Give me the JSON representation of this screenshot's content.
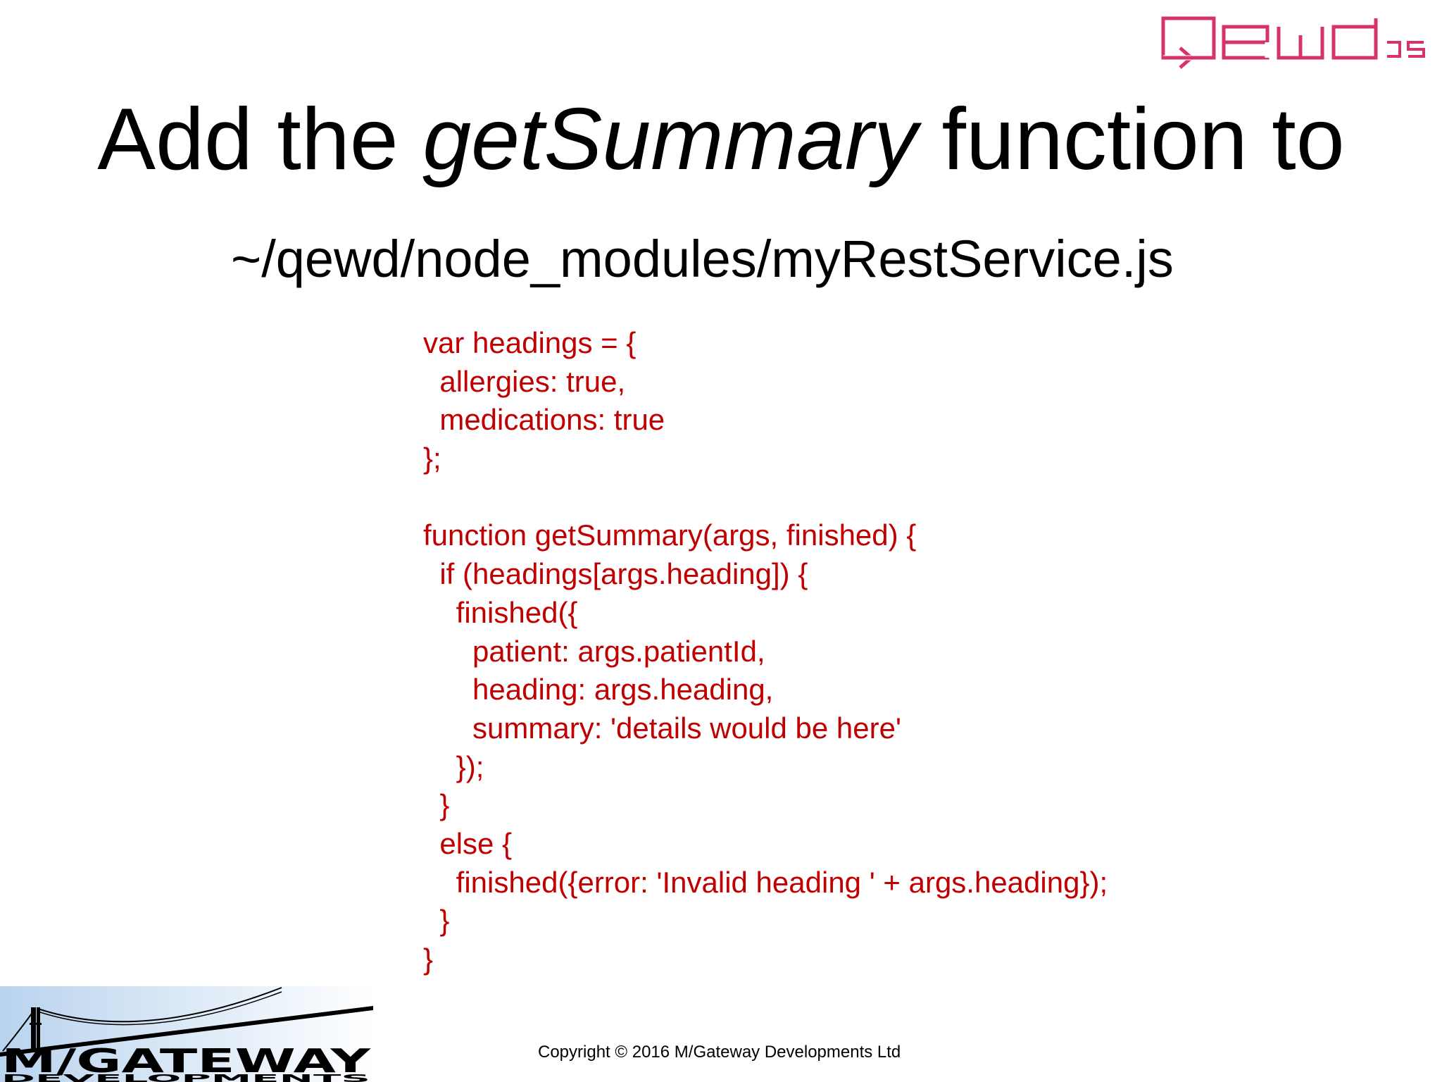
{
  "slide": {
    "title_prefix": "Add the ",
    "title_emphasis": "getSummary",
    "title_suffix": " function to",
    "subtitle": "~/qewd/node_modules/myRestService.js",
    "code_lines": [
      "var headings = {",
      "  allergies: true,",
      "  medications: true",
      "};",
      "",
      "function getSummary(args, finished) {",
      "  if (headings[args.heading]) {",
      "    finished({",
      "      patient: args.patientId,",
      "      heading: args.heading,",
      "      summary: 'details would be here'",
      "    });",
      "  }",
      "  else {",
      "    finished({error: 'Invalid heading ' + args.heading});",
      "  }",
      "}"
    ],
    "copyright": "Copyright © 2016 M/Gateway Developments Ltd"
  },
  "logos": {
    "top_right": {
      "icon": "qewd-js-logo",
      "text": "Qewd",
      "suffix": "JS",
      "color": "#d6336c"
    },
    "bottom_left": {
      "icon": "mgateway-bridge-logo",
      "line1": "M/GATEWAY",
      "line2": "DEVELOPMENTS"
    }
  },
  "colors": {
    "code": "#c00000",
    "text": "#000000",
    "logo_gradient_start": "#b9d3ee",
    "logo_gradient_end": "#ffffff"
  }
}
